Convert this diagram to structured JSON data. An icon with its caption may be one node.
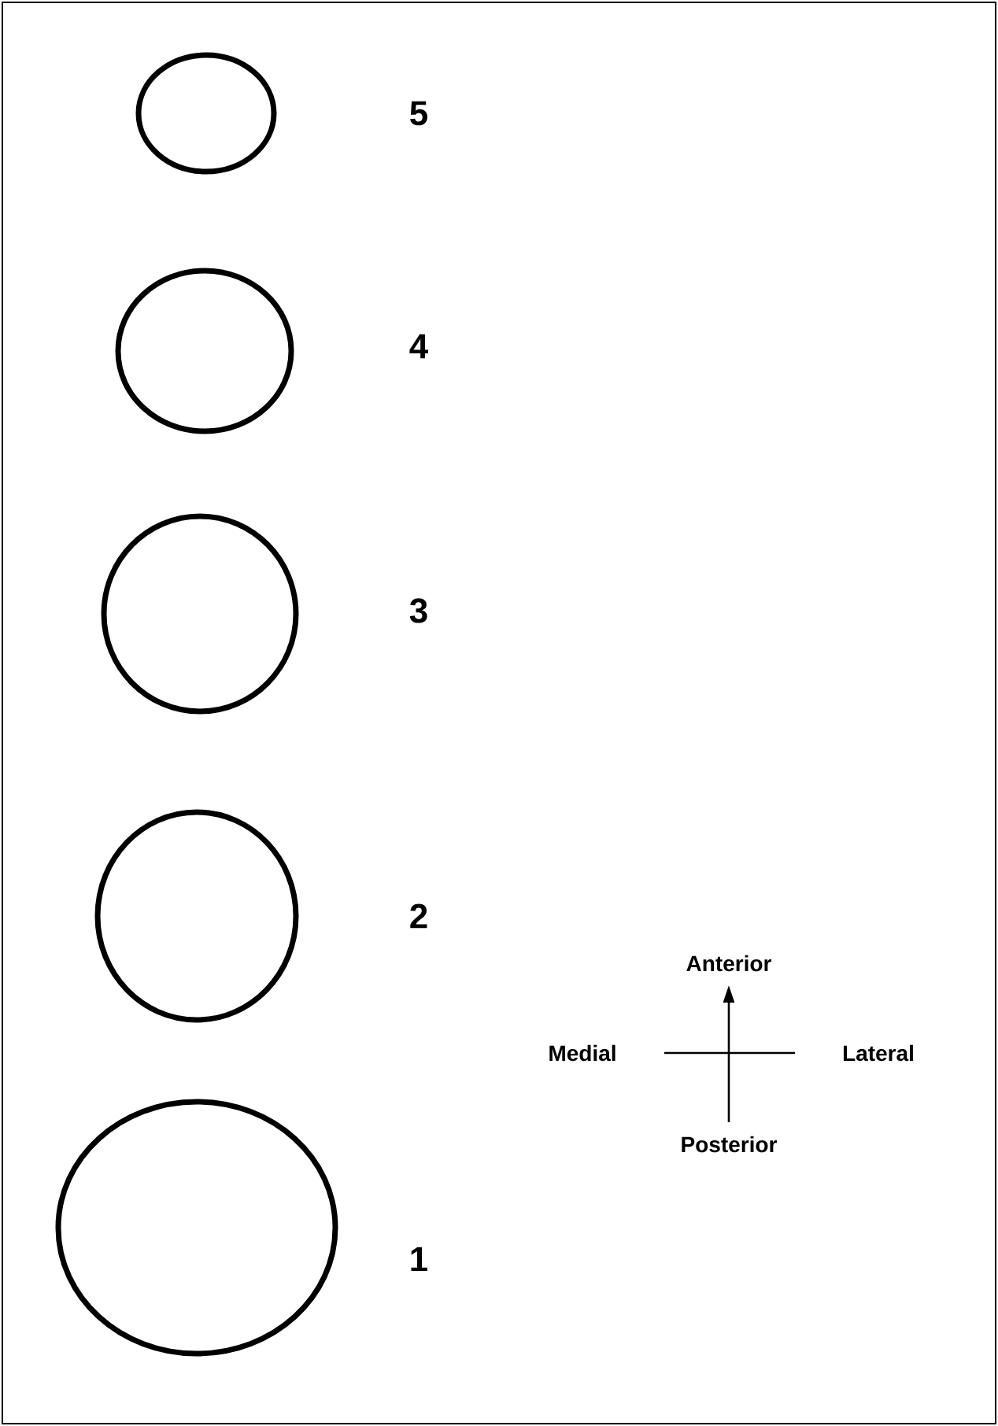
{
  "diagram": {
    "nodes": [
      {
        "text": [],
        "shape": "circle",
        "beside": [
          "5"
        ]
      },
      {
        "text": [],
        "shape": "circle",
        "beside": [
          "4"
        ]
      },
      {
        "text": [],
        "shape": "circle",
        "beside": [
          "3"
        ]
      },
      {
        "text": [],
        "shape": "circle",
        "beside": [
          "2"
        ]
      },
      {
        "text": [],
        "shape": "circle",
        "beside": [
          "1"
        ]
      }
    ],
    "edges": [],
    "labels": [
      "Anterior",
      "Medial",
      "Lateral",
      "Posterior"
    ]
  }
}
